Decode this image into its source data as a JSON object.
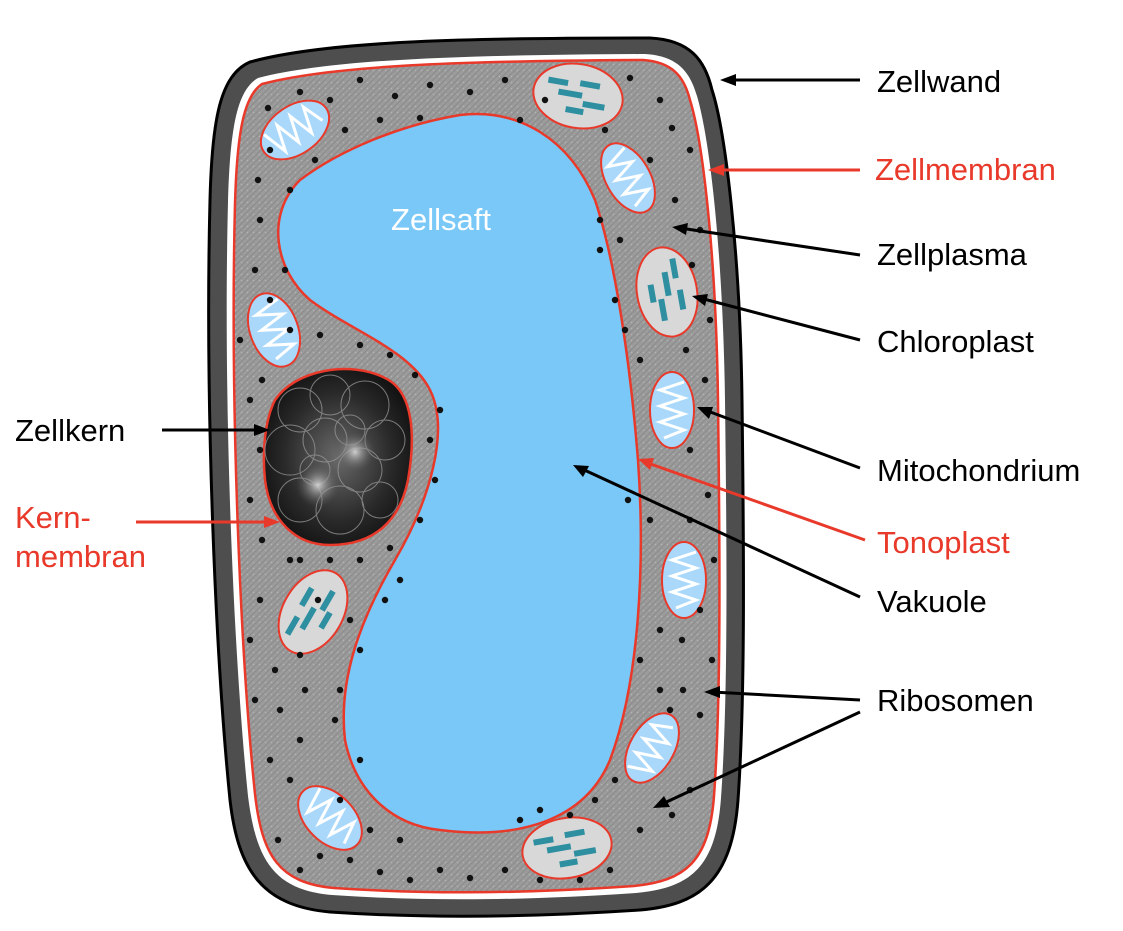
{
  "labels": {
    "zellwand": "Zellwand",
    "zellmembran": "Zellmembran",
    "zellplasma": "Zellplasma",
    "chloroplast": "Chloroplast",
    "mitochondrium": "Mitochondrium",
    "tonoplast": "Tonoplast",
    "vakuole": "Vakuole",
    "ribosomen": "Ribosomen",
    "zellkern": "Zellkern",
    "kernmembran_line1": "Kern-",
    "kernmembran_line2": "membran",
    "zellsaft": "Zellsaft"
  },
  "colors": {
    "black_label": "#000000",
    "red_label": "#e8392a",
    "cell_wall": "#505050",
    "cytoplasm": "#9a9a9a",
    "vacuole": "#79c8f7",
    "membrane": "#e8392a",
    "mitochondrium_fill": "#a9d8fb",
    "chloroplast_fill": "#d8d8d8",
    "thylakoid": "#2d8fa0"
  }
}
